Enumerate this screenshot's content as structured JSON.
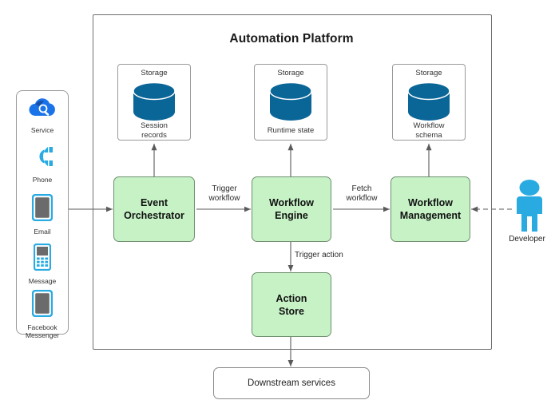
{
  "diagram": {
    "title": "Automation Platform",
    "type": "architecture-flow"
  },
  "channels": {
    "items": [
      {
        "label": "Service",
        "icon": "cloud-search-icon"
      },
      {
        "label": "Phone",
        "icon": "phone-handset-icon"
      },
      {
        "label": "Email",
        "icon": "tablet-device-icon"
      },
      {
        "label": "Message",
        "icon": "feature-phone-icon"
      },
      {
        "label": "Facebook\nMessenger",
        "icon": "mobile-device-icon"
      }
    ]
  },
  "storages": [
    {
      "header": "Storage",
      "caption": "Session\nrecords",
      "icon": "database-cylinder-icon"
    },
    {
      "header": "Storage",
      "caption": "Runtime state",
      "icon": "database-cylinder-icon"
    },
    {
      "header": "Storage",
      "caption": "Workflow\nschema",
      "icon": "database-cylinder-icon"
    }
  ],
  "processes": [
    {
      "id": "event-orchestrator",
      "label": "Event\nOrchestrator"
    },
    {
      "id": "workflow-engine",
      "label": "Workflow\nEngine"
    },
    {
      "id": "workflow-management",
      "label": "Workflow\nManagement"
    },
    {
      "id": "action-store",
      "label": "Action\nStore"
    }
  ],
  "downstream": {
    "label": "Downstream services"
  },
  "actor": {
    "label": "Developer",
    "icon": "person-icon"
  },
  "edges": [
    {
      "id": "trigger-workflow",
      "label": "Trigger\nworkflow",
      "from": "event-orchestrator",
      "to": "workflow-engine"
    },
    {
      "id": "fetch-workflow",
      "label": "Fetch\nworkflow",
      "from": "workflow-engine",
      "to": "workflow-management"
    },
    {
      "id": "trigger-action",
      "label": "Trigger action",
      "from": "workflow-engine",
      "to": "action-store"
    }
  ],
  "colors": {
    "process_fill": "#C6F2C6",
    "process_stroke": "#6F8F6F",
    "cylinder_fill": "#0B6698",
    "actor_fill": "#29ABE2",
    "icon_blue": "#29ABE2",
    "container_stroke": "#6E6E6E",
    "line": "#5A5A5A"
  }
}
